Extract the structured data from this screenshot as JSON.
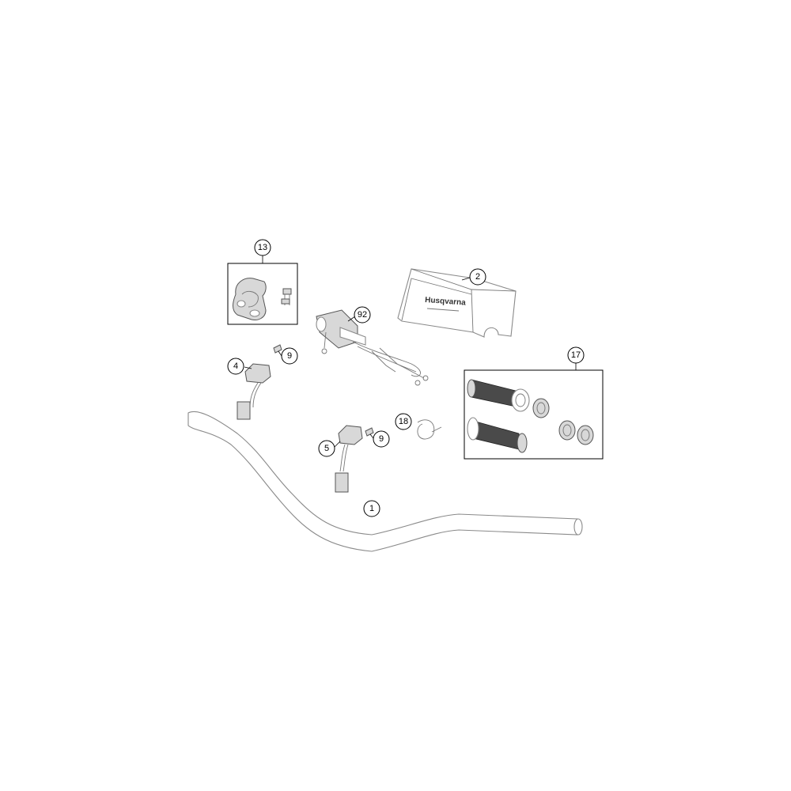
{
  "diagram": {
    "part_numbers": {
      "handlebar": "1",
      "handlebar_pad": "2",
      "switch_left": "4",
      "switch_right": "5",
      "screw_a": "9",
      "screw_b": "9",
      "clamp_kit": "13",
      "grip_kit": "17",
      "cable_tie": "18",
      "throttle_assembly": "92"
    },
    "pad_branding": "Husqvarna",
    "colors": {
      "line": "#8a8a8a",
      "callout": "#000000",
      "grip": "#4a4a4a",
      "background": "#ffffff"
    }
  }
}
